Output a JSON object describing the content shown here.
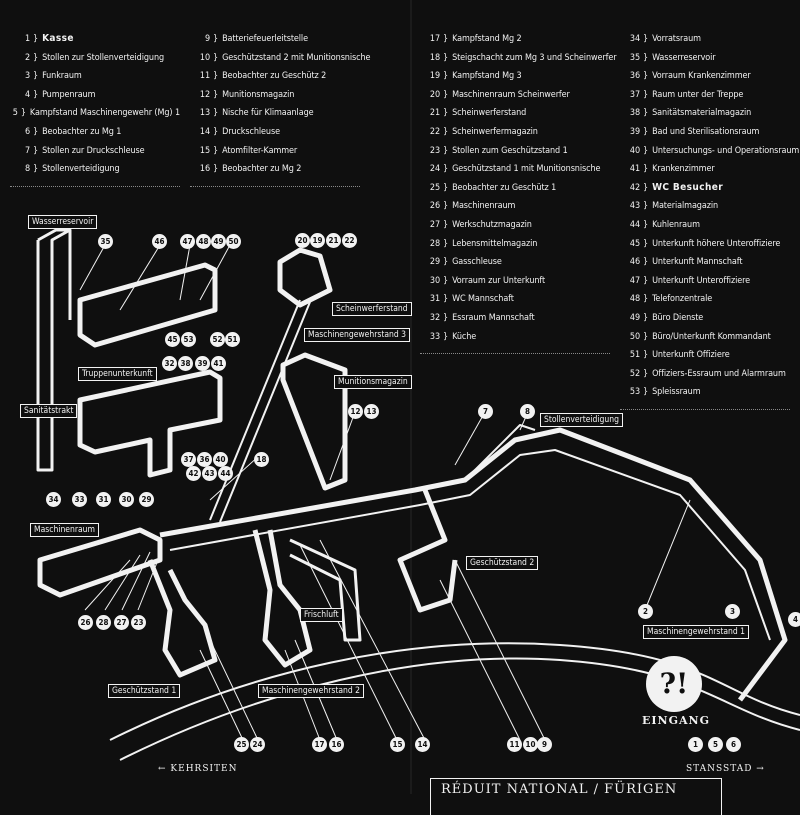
{
  "legend": {
    "col1": [
      {
        "num": "1",
        "label": "Kasse",
        "caps": true
      },
      {
        "num": "2",
        "label": "Stollen zur Stollenverteidigung"
      },
      {
        "num": "3",
        "label": "Funkraum"
      },
      {
        "num": "4",
        "label": "Pumpenraum"
      },
      {
        "num": "5",
        "label": "Kampfstand Maschinengewehr (Mg) 1"
      },
      {
        "num": "6",
        "label": "Beobachter zu Mg 1"
      },
      {
        "num": "7",
        "label": "Stollen zur Druckschleuse"
      },
      {
        "num": "8",
        "label": "Stollenverteidigung"
      }
    ],
    "col2": [
      {
        "num": "9",
        "label": "Batteriefeuerleitstelle"
      },
      {
        "num": "10",
        "label": "Geschützstand 2 mit Munitionsnische"
      },
      {
        "num": "11",
        "label": "Beobachter zu Geschütz 2"
      },
      {
        "num": "12",
        "label": "Munitionsmagazin"
      },
      {
        "num": "13",
        "label": "Nische für Klimaanlage"
      },
      {
        "num": "14",
        "label": "Druckschleuse"
      },
      {
        "num": "15",
        "label": "Atomfilter-Kammer"
      },
      {
        "num": "16",
        "label": "Beobachter zu Mg 2"
      }
    ],
    "col3": [
      {
        "num": "17",
        "label": "Kampfstand Mg 2"
      },
      {
        "num": "18",
        "label": "Steigschacht zum Mg 3 und Scheinwerfer"
      },
      {
        "num": "19",
        "label": "Kampfstand Mg 3"
      },
      {
        "num": "20",
        "label": "Maschinenraum Scheinwerfer"
      },
      {
        "num": "21",
        "label": "Scheinwerferstand"
      },
      {
        "num": "22",
        "label": "Scheinwerfermagazin"
      },
      {
        "num": "23",
        "label": "Stollen zum Geschützstand 1"
      },
      {
        "num": "24",
        "label": "Geschützstand 1 mit Munitionsnische"
      },
      {
        "num": "25",
        "label": "Beobachter zu Geschütz 1"
      },
      {
        "num": "26",
        "label": "Maschinenraum"
      },
      {
        "num": "27",
        "label": "Werkschutzmagazin"
      },
      {
        "num": "28",
        "label": "Lebensmittelmagazin"
      },
      {
        "num": "29",
        "label": "Gasschleuse"
      },
      {
        "num": "30",
        "label": "Vorraum zur Unterkunft"
      },
      {
        "num": "31",
        "label": "WC Mannschaft"
      },
      {
        "num": "32",
        "label": "Essraum Mannschaft"
      },
      {
        "num": "33",
        "label": "Küche"
      }
    ],
    "col4": [
      {
        "num": "34",
        "label": "Vorratsraum"
      },
      {
        "num": "35",
        "label": "Wasserreservoir"
      },
      {
        "num": "36",
        "label": "Vorraum Krankenzimmer"
      },
      {
        "num": "37",
        "label": "Raum unter der Treppe"
      },
      {
        "num": "38",
        "label": "Sanitätsmaterialmagazin"
      },
      {
        "num": "39",
        "label": "Bad und Sterilisationsraum"
      },
      {
        "num": "40",
        "label": "Untersuchungs- und Operationsraum"
      },
      {
        "num": "41",
        "label": "Krankenzimmer"
      },
      {
        "num": "42",
        "label": "WC Besucher",
        "caps": true
      },
      {
        "num": "43",
        "label": "Materialmagazin"
      },
      {
        "num": "44",
        "label": "Kuhlenraum"
      },
      {
        "num": "45",
        "label": "Unterkunft höhere Unteroffiziere"
      },
      {
        "num": "46",
        "label": "Unterkunft Mannschaft"
      },
      {
        "num": "47",
        "label": "Unterkunft Unteroffiziere"
      },
      {
        "num": "48",
        "label": "Telefonzentrale"
      },
      {
        "num": "49",
        "label": "Büro Dienste"
      },
      {
        "num": "50",
        "label": "Büro/Unterkunft Kommandant"
      },
      {
        "num": "51",
        "label": "Unterkunft Offiziere"
      },
      {
        "num": "52",
        "label": "Offiziers-Essraum und Alarmraum"
      },
      {
        "num": "53",
        "label": "Spleissraum"
      }
    ]
  },
  "diagram": {
    "tags": {
      "wasserreservoir": "Wasserreservoir",
      "truppenunterkunft": "Truppenunterkunft",
      "sanitaetstrakt": "Sanitätstrakt",
      "maschinenraum": "Maschinenraum",
      "scheinwerferstand": "Scheinwerferstand",
      "mg3": "Maschinengewehrstand 3",
      "munitionsmagazin": "Munitionsmagazin",
      "stollenverteidigung": "Stollenverteidigung",
      "geschuetzstand2": "Geschützstand 2",
      "geschuetzstand1": "Geschützstand 1",
      "frischluft": "Frischluft",
      "mg2": "Maschinengewehrstand 2",
      "mg1": "Maschinengewehrstand 1"
    },
    "callouts": {
      "n35": "35",
      "n46": "46",
      "n47": "47",
      "n48": "48",
      "n49": "49",
      "n50": "50",
      "n45": "45",
      "n53": "53",
      "n52": "52",
      "n51": "51",
      "n32": "32",
      "n38": "38",
      "n39": "39",
      "n41": "41",
      "n40": "40",
      "n36": "36",
      "n37": "37",
      "n42": "42",
      "n43": "43",
      "n44": "44",
      "n34": "34",
      "n33": "33",
      "n31": "31",
      "n30": "30",
      "n29": "29",
      "n20": "20",
      "n19": "19",
      "n21": "21",
      "n22": "22",
      "n12": "12",
      "n13": "13",
      "n18": "18",
      "n7": "7",
      "n8": "8",
      "n26": "26",
      "n28": "28",
      "n27": "27",
      "n23": "23",
      "n25": "25",
      "n24": "24",
      "n17": "17",
      "n16": "16",
      "n15": "15",
      "n14": "14",
      "n11": "11",
      "n10": "10",
      "n9": "9",
      "n2": "2",
      "n3": "3",
      "n4": "4",
      "n1": "1",
      "n5": "5",
      "n6": "6"
    },
    "entrance_symbol": "?!",
    "entrance_label": "Eingang",
    "dir_left": "← Kehrsiten",
    "dir_right": "Stansstad →",
    "footer_title": "Réduit National / Fürigen"
  }
}
